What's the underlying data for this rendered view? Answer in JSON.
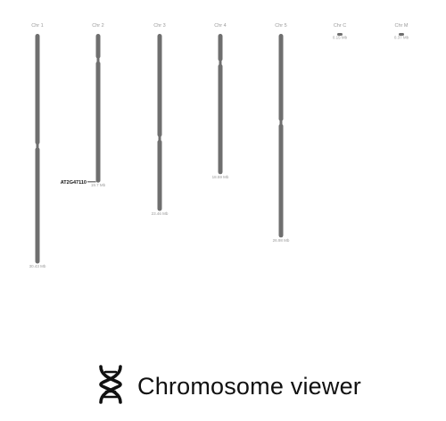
{
  "chromosomes": [
    {
      "id": "1",
      "name": "Chr 1",
      "length_label": "30.43 Mb",
      "length_mb": 30.43,
      "centromere_frac": 0.488
    },
    {
      "id": "2",
      "name": "Chr 2",
      "length_label": "19.7 Mb",
      "length_mb": 19.7,
      "centromere_frac": 0.175
    },
    {
      "id": "3",
      "name": "Chr 3",
      "length_label": "23.46 Mb",
      "length_mb": 23.46,
      "centromere_frac": 0.59
    },
    {
      "id": "4",
      "name": "Chr 4",
      "length_label": "18.59 Mb",
      "length_mb": 18.59,
      "centromere_frac": 0.205
    },
    {
      "id": "5",
      "name": "Chr 5",
      "length_label": "26.98 Mb",
      "length_mb": 26.98,
      "centromere_frac": 0.435
    },
    {
      "id": "C",
      "name": "Chr C",
      "length_label": "0.15 Mb",
      "length_mb": 0.15,
      "centromere_frac": null
    },
    {
      "id": "M",
      "name": "Chr M",
      "length_label": "0.37 Mb",
      "length_mb": 0.37,
      "centromere_frac": null
    }
  ],
  "marker": {
    "gene": "AT2G47110",
    "chromosome": "2",
    "position_frac": 0.995
  },
  "footer": {
    "icon": "dna-icon",
    "title": "Chromosome viewer"
  },
  "colors": {
    "chromosome": "#6f6f6f",
    "label": "#9a9a9a",
    "marker": "#111111",
    "title": "#111111"
  }
}
